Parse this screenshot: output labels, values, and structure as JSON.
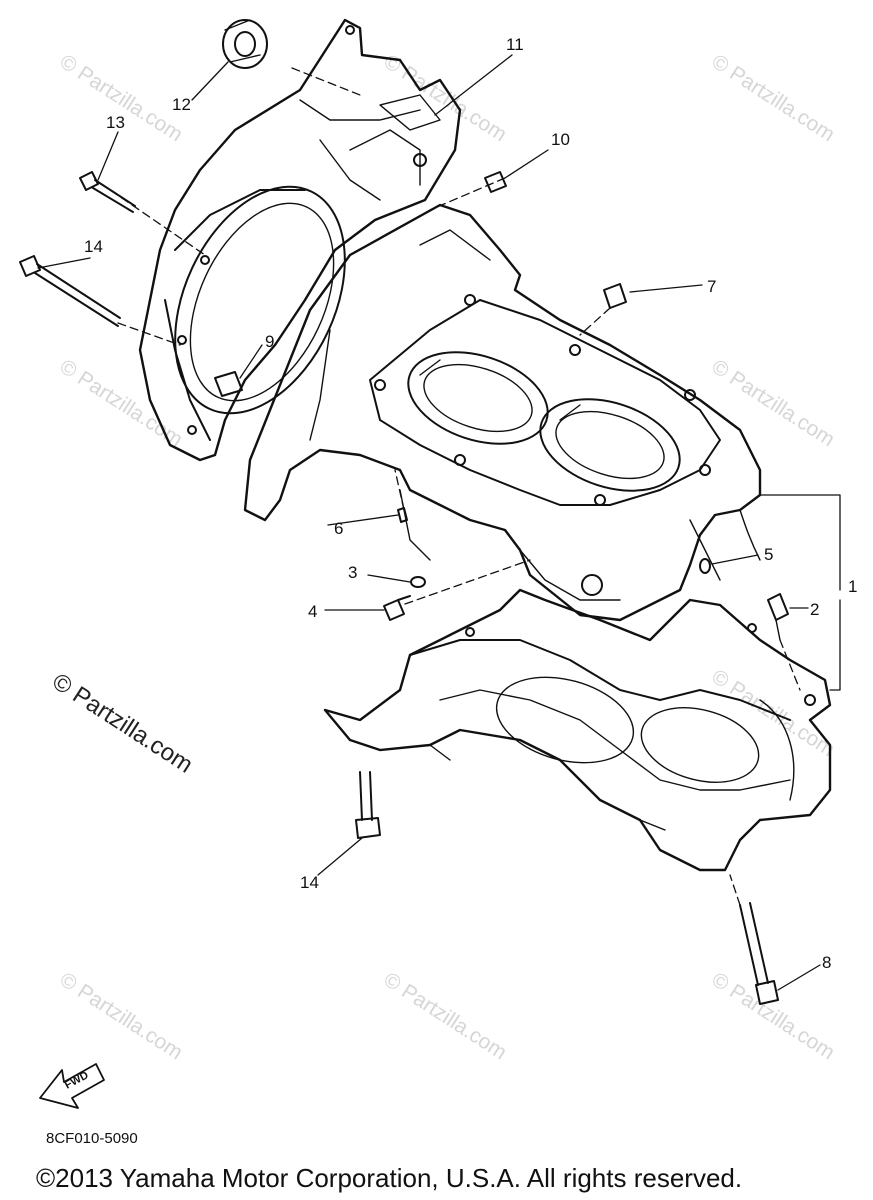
{
  "diagram": {
    "callouts": [
      {
        "id": "c1",
        "label": "1"
      },
      {
        "id": "c2",
        "label": "2"
      },
      {
        "id": "c3",
        "label": "3"
      },
      {
        "id": "c4",
        "label": "4"
      },
      {
        "id": "c5",
        "label": "5"
      },
      {
        "id": "c6",
        "label": "6"
      },
      {
        "id": "c7",
        "label": "7"
      },
      {
        "id": "c8",
        "label": "8"
      },
      {
        "id": "c9",
        "label": "9"
      },
      {
        "id": "c10",
        "label": "10"
      },
      {
        "id": "c11",
        "label": "11"
      },
      {
        "id": "c12",
        "label": "12"
      },
      {
        "id": "c13",
        "label": "13"
      },
      {
        "id": "c14a",
        "label": "14"
      },
      {
        "id": "c14b",
        "label": "14"
      }
    ],
    "fwd_label": "FWD",
    "diagram_code": "8CF010-5090"
  },
  "watermark": {
    "main": "© Partzilla.com",
    "tile": "© Partzilla.com"
  },
  "footer": {
    "copyright": "©2013  Yamaha Motor Corporation, U.S.A. All rights reserved."
  }
}
